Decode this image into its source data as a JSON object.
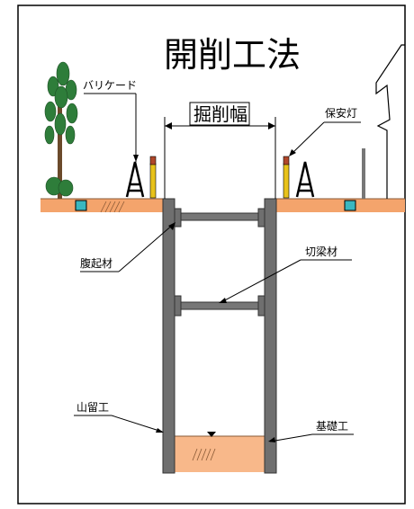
{
  "title": "開削工法",
  "labels": {
    "excavation_width": "掘削幅",
    "barricade": "バリケード",
    "safety_light": "保安灯",
    "wale": "腹起材",
    "strut": "切梁材",
    "retaining_wall": "山留工",
    "foundation": "基礎工"
  },
  "colors": {
    "ground": "#f4a46c",
    "ground_line": "#c98250",
    "sheet_pile": "#6f6f6f",
    "strut": "#777777",
    "foundation": "#f8b88a",
    "utility": "#3ab7c0",
    "light_pole": "#e8c21a",
    "light_lamp": "#b0472a",
    "tree_leaf": "#2e7d3a",
    "tree_trunk": "#6b4a2b"
  },
  "icons": [
    "tree-icon",
    "barricade-icon",
    "safety-light-icon",
    "building-icon"
  ]
}
